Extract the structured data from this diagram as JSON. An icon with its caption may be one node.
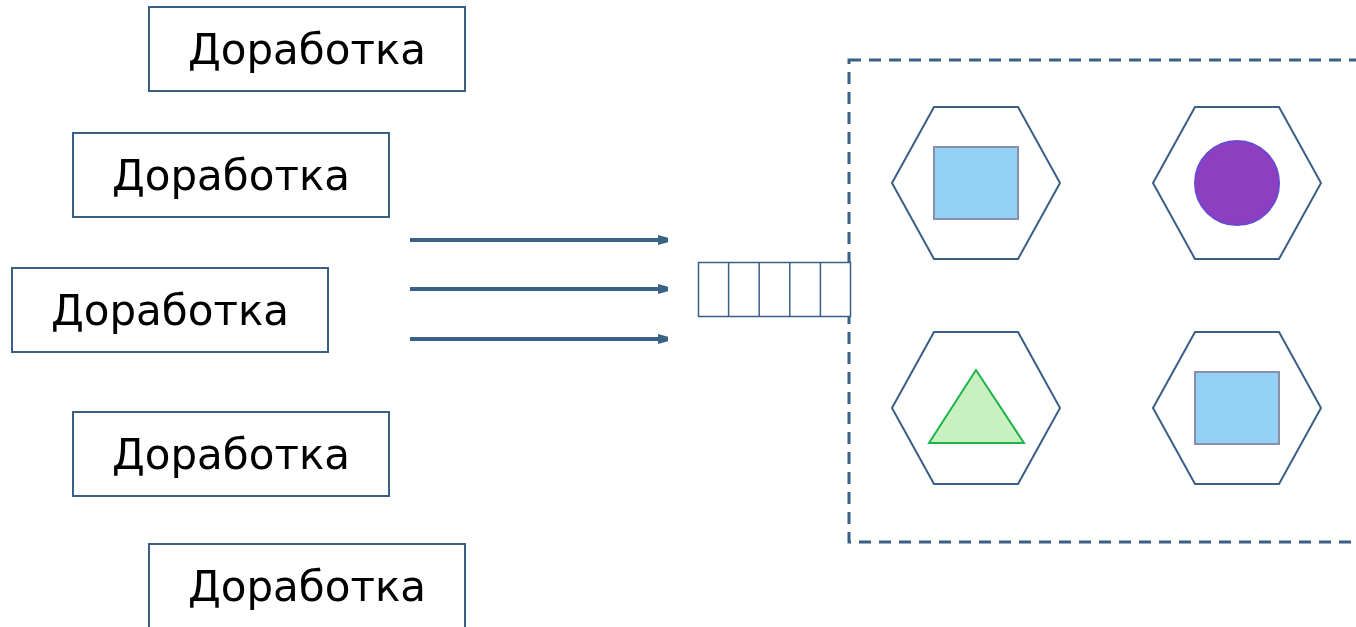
{
  "diagram": {
    "nodes": [
      {
        "text": [
          "Доработка"
        ]
      },
      {
        "text": [
          "Доработка"
        ]
      },
      {
        "text": [
          "Доработка"
        ]
      },
      {
        "text": [
          "Доработка"
        ]
      },
      {
        "text": [
          "Доработка"
        ]
      },
      {
        "text": [],
        "shape": "box"
      },
      {
        "text": [],
        "shape": "box"
      },
      {
        "text": [],
        "shape": "hexagon",
        "in": 6
      },
      {
        "text": [],
        "shape": "hexagon",
        "in": 6
      },
      {
        "text": [],
        "shape": "hexagon",
        "in": 6
      },
      {
        "text": [],
        "shape": "hexagon",
        "in": 6
      }
    ],
    "edges": [
      {
        "from": null,
        "to": 5,
        "arrow": "to"
      },
      {
        "from": null,
        "to": 5,
        "arrow": "to"
      },
      {
        "from": null,
        "to": 5,
        "arrow": "to"
      }
    ]
  }
}
